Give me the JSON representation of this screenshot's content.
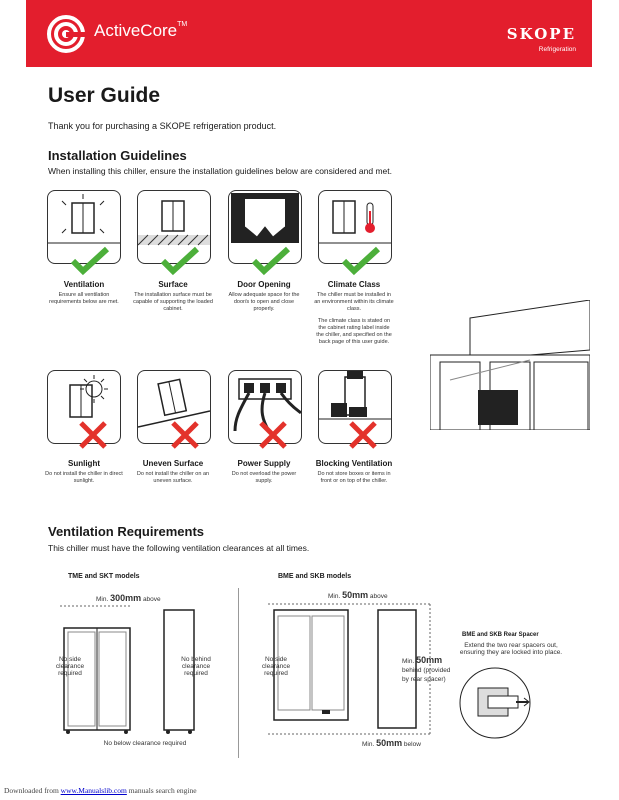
{
  "header": {
    "brand": "ActiveCore",
    "tm": "TM",
    "company": "SKOPE",
    "division": "Refrigeration"
  },
  "title": "User Guide",
  "intro": "Thank you for purchasing a SKOPE refrigeration product.",
  "installation": {
    "heading": "Installation Guidelines",
    "subtitle": "When installing this chiller, ensure the installation guidelines below are considered and met.",
    "do_items": [
      {
        "title": "Ventilation",
        "desc": "Ensure all ventilation requirements below are met."
      },
      {
        "title": "Surface",
        "desc": "The installation surface must be capable of supporting the loaded cabinet."
      },
      {
        "title": "Door Opening",
        "desc": "Allow adequate space for the door/s to open and close properly."
      },
      {
        "title": "Climate Class",
        "desc": "The chiller must be installed in an environment within its climate class."
      }
    ],
    "climate_note": "The climate class is stated on the cabinet rating label inside the chiller, and specified on the back page of this user guide.",
    "dont_items": [
      {
        "title": "Sunlight",
        "desc": "Do not install the chiller in direct sunlight."
      },
      {
        "title": "Uneven Surface",
        "desc": "Do not install the chiller on an uneven surface."
      },
      {
        "title": "Power Supply",
        "desc": "Do not overload the power supply."
      },
      {
        "title": "Blocking Ventilation",
        "desc": "Do not store boxes or items in front or on top of the chiller."
      }
    ]
  },
  "ventilation": {
    "heading": "Ventilation Requirements",
    "subtitle": "This chiller must have the following ventilation clearances at all times.",
    "left": {
      "label": "TME and SKT models",
      "top_prefix": "Min.",
      "top_value": "300mm",
      "top_suffix": "above",
      "side_note": "No side clearance required",
      "behind_note": "No behind clearance required",
      "below_note": "No below clearance required"
    },
    "right": {
      "label": "BME and SKB models",
      "top_prefix": "Min.",
      "top_value": "50mm",
      "top_suffix": "above",
      "side_note": "No side clearance required",
      "behind_prefix": "Min.",
      "behind_value": "50mm",
      "behind_suffix": "behind (provided by rear spacer)",
      "below_prefix": "Min.",
      "below_value": "50mm",
      "below_suffix": "below",
      "spacer_title": "BME and SKB Rear Spacer",
      "spacer_desc": "Extend the two rear spacers out, ensuring they are locked into place."
    }
  },
  "footer": {
    "prefix": "Downloaded from",
    "link": "www.Manualslib.com",
    "suffix": "manuals search engine"
  },
  "colors": {
    "brand_red": "#e31e2d",
    "check_green": "#4caf3a",
    "cross_red": "#e3322b"
  }
}
